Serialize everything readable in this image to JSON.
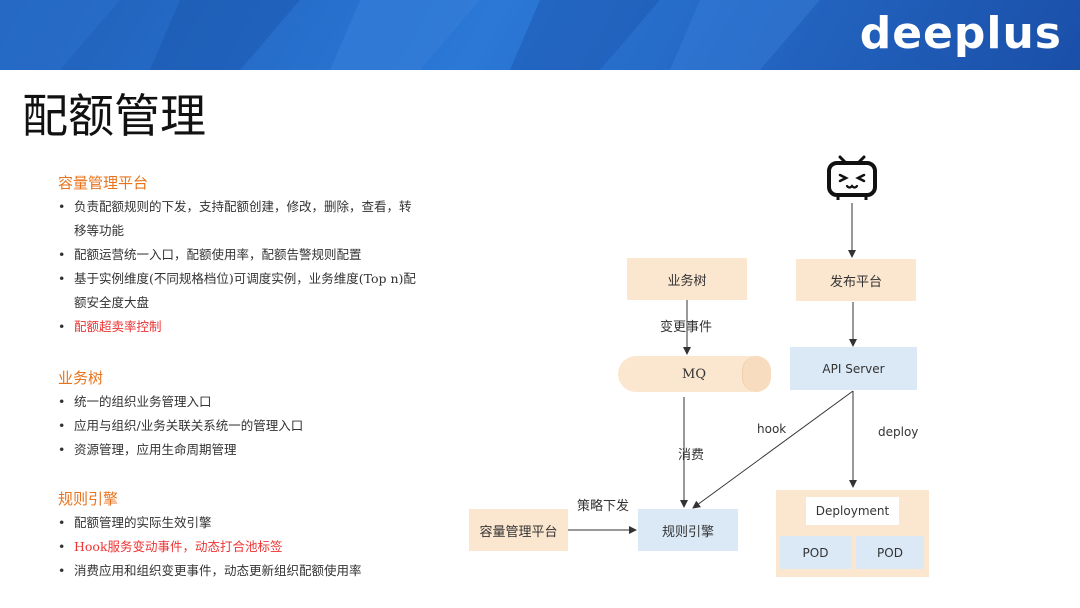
{
  "header": {
    "logo_text": "deeplus",
    "brand_color": "#2b6cc4"
  },
  "page": {
    "title": "配额管理"
  },
  "sections": [
    {
      "heading": "容量管理平台",
      "items": [
        {
          "text": "负责配额规则的下发，支持配额创建，修改，删除，查看，转移等功能",
          "highlight": false
        },
        {
          "text": "配额运营统一入口，配额使用率，配额告警规则配置",
          "highlight": false
        },
        {
          "text": "基于实例维度(不同规格档位)可调度实例，业务维度(Top n)配额安全度大盘",
          "highlight": false
        },
        {
          "text": "配额超卖率控制",
          "highlight": true
        }
      ]
    },
    {
      "heading": "业务树",
      "items": [
        {
          "text": "统一的组织业务管理入口",
          "highlight": false
        },
        {
          "text": "应用与组织/业务关联关系统一的管理入口",
          "highlight": false
        },
        {
          "text": "资源管理，应用生命周期管理",
          "highlight": false
        }
      ]
    },
    {
      "heading": "规则引擎",
      "items": [
        {
          "text": "配额管理的实际生效引擎",
          "highlight": false
        },
        {
          "text": "Hook服务变动事件，动态打合池标签",
          "highlight": true
        },
        {
          "text": "消费应用和组织变更事件，动态更新组织配额使用率",
          "highlight": false
        }
      ]
    }
  ],
  "diagram": {
    "nodes": {
      "biz_tree": "业务树",
      "release_platform": "发布平台",
      "mq": "MQ",
      "api_server": "API Server",
      "capacity_platform": "容量管理平台",
      "rule_engine": "规则引擎",
      "deployment": "Deployment",
      "pod_1": "POD",
      "pod_2": "POD"
    },
    "edge_labels": {
      "change_event": "变更事件",
      "consume": "消费",
      "hook": "hook",
      "deploy": "deploy",
      "policy_dispatch": "策略下发"
    },
    "colors": {
      "peach": "#fbe6cf",
      "blue": "#dbe8f5",
      "accent_orange": "#e8731c",
      "highlight_red": "#e33333"
    },
    "top_icon": "tv-mascot-icon"
  }
}
